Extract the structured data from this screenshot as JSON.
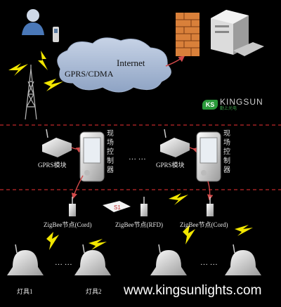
{
  "cloud": {
    "gprs_label": "GPRS/CDMA",
    "internet_label": "Internet"
  },
  "brand": {
    "mark": "KS",
    "name": "KINGSUN",
    "sub": "勤上光电"
  },
  "modules": {
    "left_label": "GPRS模块",
    "right_label": "GPRS模块"
  },
  "controllers": {
    "left_label": "现场控制器",
    "right_label": "现场控制器"
  },
  "ellipsis": "… …",
  "nodes": {
    "cord_left": "ZigBee节点(Cord)",
    "rfd": "ZigBee节点(RFD)",
    "cord_right": "ZigBee节点(Cord)"
  },
  "rfd_badge": "S1",
  "lamps": {
    "lamp1": "灯具1",
    "lamp2": "灯具2"
  },
  "url": "www.kingsunlights.com",
  "colors": {
    "background": "#000000",
    "divider": "#c0282a",
    "lightning": "#f2e600",
    "arrow": "#d24a4a",
    "firewall": "#d9803a"
  }
}
